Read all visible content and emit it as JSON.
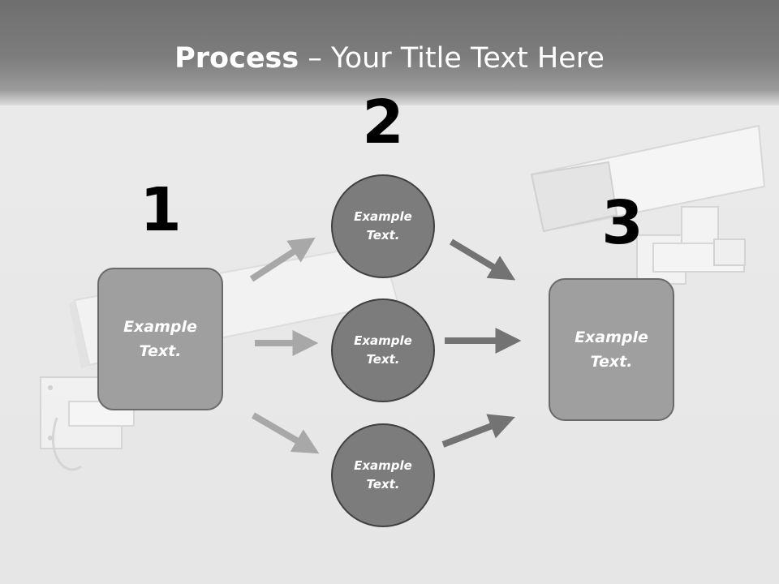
{
  "title": {
    "bold": "Process",
    "dash": " – ",
    "rest": "Your Title Text Here"
  },
  "steps": [
    {
      "number": "1",
      "box_text": "Example Text."
    },
    {
      "number": "2",
      "circles": [
        "Example Text.",
        "Example Text.",
        "Example Text."
      ]
    },
    {
      "number": "3",
      "box_text": "Example Text."
    }
  ],
  "colors": {
    "header": "#7a7a7a",
    "box_fill_light": "#9f9f9f",
    "circle_fill": "#7c7c7c",
    "arrow_light": "#a8a8a8",
    "arrow_dark": "#737373"
  }
}
